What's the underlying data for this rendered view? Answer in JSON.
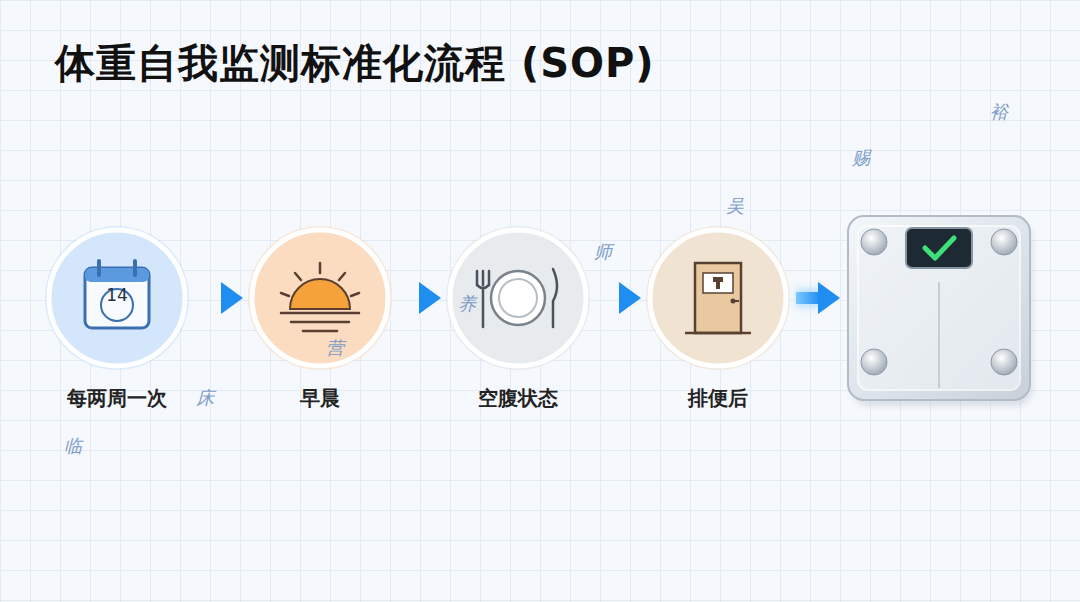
{
  "diagram": {
    "title": "体重自我监测标准化流程 (SOP)",
    "nodes": [
      {
        "text": [
          "14",
          "每两周一次"
        ]
      },
      {
        "text": [
          "早晨"
        ]
      },
      {
        "text": [
          "空腹状态"
        ]
      },
      {
        "text": [
          "排便后"
        ]
      }
    ],
    "edges": [
      {
        "from": 0,
        "to": 1,
        "arrow": "to"
      },
      {
        "from": 1,
        "to": 2,
        "arrow": "to"
      },
      {
        "from": 2,
        "to": 3,
        "arrow": "to"
      }
    ],
    "labels": [
      "裕",
      "赐",
      "吴",
      "师",
      "养",
      "营",
      "床",
      "临"
    ]
  }
}
